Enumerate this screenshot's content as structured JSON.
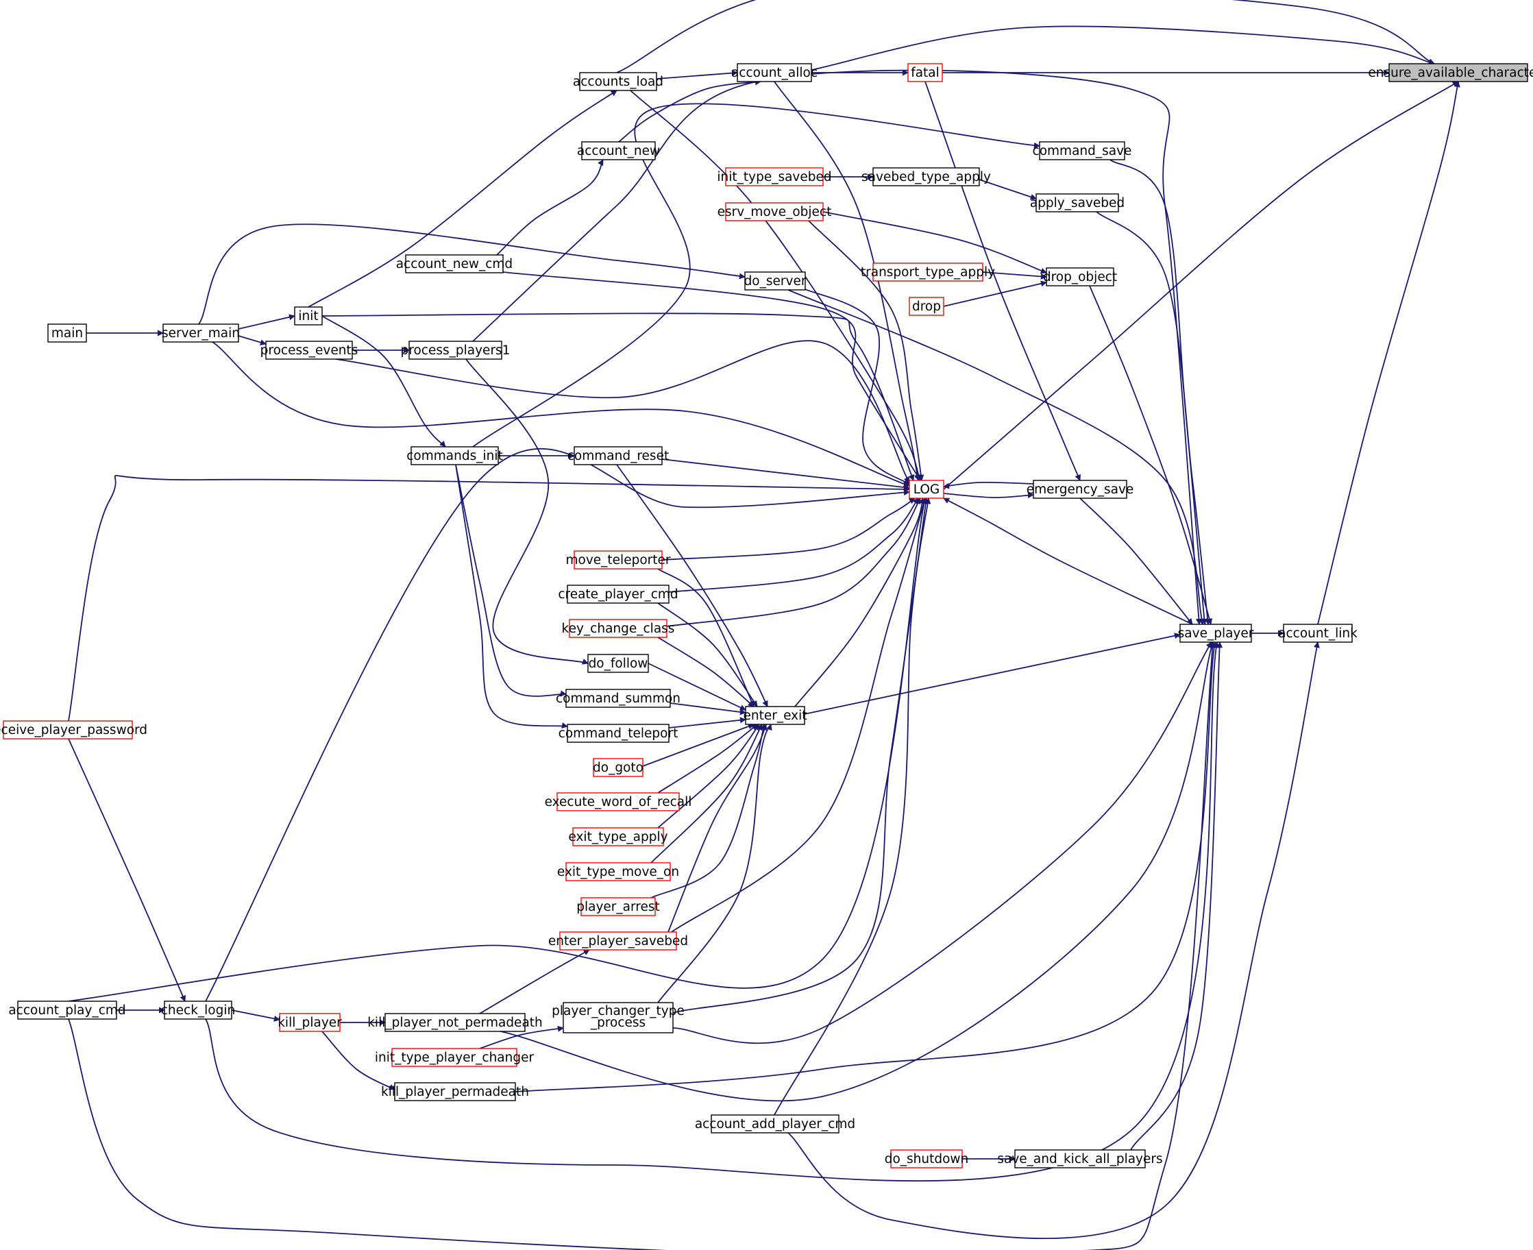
{
  "diagram": {
    "type": "caller-graph",
    "colors": {
      "edge": "#191970",
      "node_border": "#000000",
      "node_border_more_callers": "#ff0000",
      "focus_fill": "#bfbfbf",
      "node_fill": "#ffffff",
      "text": "#000000"
    },
    "nodes": [
      {
        "id": "ensure_available_characters",
        "label": "ensure_available_characters",
        "focus": true
      },
      {
        "id": "fatal",
        "label": "fatal",
        "truncated": true
      },
      {
        "id": "account_alloc",
        "label": "account_alloc"
      },
      {
        "id": "accounts_load",
        "label": "accounts_load"
      },
      {
        "id": "account_new",
        "label": "account_new"
      },
      {
        "id": "command_save",
        "label": "command_save"
      },
      {
        "id": "init_type_savebed",
        "label": "init_type_savebed",
        "truncated": true
      },
      {
        "id": "savebed_type_apply",
        "label": "savebed_type_apply"
      },
      {
        "id": "apply_savebed",
        "label": "apply_savebed"
      },
      {
        "id": "esrv_move_object",
        "label": "esrv_move_object",
        "truncated": true
      },
      {
        "id": "transport_type_apply",
        "label": "transport_type_apply",
        "truncated": true
      },
      {
        "id": "drop_object",
        "label": "drop_object"
      },
      {
        "id": "drop",
        "label": "drop",
        "truncated": true
      },
      {
        "id": "account_new_cmd",
        "label": "account_new_cmd"
      },
      {
        "id": "do_server",
        "label": "do_server"
      },
      {
        "id": "init",
        "label": "init"
      },
      {
        "id": "main",
        "label": "main"
      },
      {
        "id": "server_main",
        "label": "server_main"
      },
      {
        "id": "process_events",
        "label": "process_events"
      },
      {
        "id": "process_players1",
        "label": "process_players1"
      },
      {
        "id": "commands_init",
        "label": "commands_init"
      },
      {
        "id": "command_reset",
        "label": "command_reset"
      },
      {
        "id": "LOG",
        "label": "LOG",
        "truncated": true
      },
      {
        "id": "emergency_save",
        "label": "emergency_save"
      },
      {
        "id": "move_teleporter",
        "label": "move_teleporter",
        "truncated": true
      },
      {
        "id": "create_player_cmd",
        "label": "create_player_cmd"
      },
      {
        "id": "key_change_class",
        "label": "key_change_class",
        "truncated": true
      },
      {
        "id": "save_player",
        "label": "save_player"
      },
      {
        "id": "account_link",
        "label": "account_link"
      },
      {
        "id": "do_follow",
        "label": "do_follow"
      },
      {
        "id": "command_summon",
        "label": "command_summon"
      },
      {
        "id": "enter_exit",
        "label": "enter_exit"
      },
      {
        "id": "command_teleport",
        "label": "command_teleport"
      },
      {
        "id": "receive_player_password",
        "label": "receive_player_password",
        "truncated": true
      },
      {
        "id": "do_goto",
        "label": "do_goto",
        "truncated": true
      },
      {
        "id": "execute_word_of_recall",
        "label": "execute_word_of_recall",
        "truncated": true
      },
      {
        "id": "exit_type_apply",
        "label": "exit_type_apply",
        "truncated": true
      },
      {
        "id": "exit_type_move_on",
        "label": "exit_type_move_on",
        "truncated": true
      },
      {
        "id": "player_arrest",
        "label": "player_arrest",
        "truncated": true
      },
      {
        "id": "enter_player_savebed",
        "label": "enter_player_savebed",
        "truncated": true
      },
      {
        "id": "account_play_cmd",
        "label": "account_play_cmd"
      },
      {
        "id": "check_login",
        "label": "check_login"
      },
      {
        "id": "player_changer_type_process",
        "label": "player_changer_type",
        "label2": "_process"
      },
      {
        "id": "kill_player",
        "label": "kill_player",
        "truncated": true
      },
      {
        "id": "kill_player_not_permadeath",
        "label": "kill_player_not_permadeath"
      },
      {
        "id": "init_type_player_changer",
        "label": "init_type_player_changer",
        "truncated": true
      },
      {
        "id": "kill_player_permadeath",
        "label": "kill_player_permadeath"
      },
      {
        "id": "account_add_player_cmd",
        "label": "account_add_player_cmd"
      },
      {
        "id": "do_shutdown",
        "label": "do_shutdown",
        "truncated": true
      },
      {
        "id": "save_and_kick_all_players",
        "label": "save_and_kick_all_players"
      }
    ],
    "edges": [
      {
        "from": "fatal",
        "to": "ensure_available_characters"
      },
      {
        "from": "account_alloc",
        "to": "ensure_available_characters"
      },
      {
        "from": "accounts_load",
        "to": "ensure_available_characters"
      },
      {
        "from": "LOG",
        "to": "ensure_available_characters"
      },
      {
        "from": "account_link",
        "to": "ensure_available_characters"
      },
      {
        "from": "account_alloc",
        "to": "fatal"
      },
      {
        "from": "accounts_load",
        "to": "account_alloc"
      },
      {
        "from": "account_new",
        "to": "account_alloc"
      },
      {
        "from": "init",
        "to": "accounts_load"
      },
      {
        "from": "account_new_cmd",
        "to": "account_new"
      },
      {
        "from": "init_type_savebed",
        "to": "savebed_type_apply"
      },
      {
        "from": "savebed_type_apply",
        "to": "apply_savebed"
      },
      {
        "from": "esrv_move_object",
        "to": "drop_object"
      },
      {
        "from": "transport_type_apply",
        "to": "drop_object"
      },
      {
        "from": "drop",
        "to": "drop_object"
      },
      {
        "from": "server_main",
        "to": "do_server"
      },
      {
        "from": "main",
        "to": "server_main"
      },
      {
        "from": "server_main",
        "to": "init"
      },
      {
        "from": "server_main",
        "to": "process_events"
      },
      {
        "from": "process_events",
        "to": "process_players1"
      },
      {
        "from": "init",
        "to": "commands_init"
      },
      {
        "from": "commands_init",
        "to": "command_reset"
      },
      {
        "from": "commands_init",
        "to": "command_save"
      },
      {
        "from": "commands_init",
        "to": "command_summon"
      },
      {
        "from": "commands_init",
        "to": "command_teleport"
      },
      {
        "from": "process_players1",
        "to": "do_follow"
      },
      {
        "from": "process_players1",
        "to": "save_player"
      },
      {
        "from": "emergency_save",
        "to": "LOG"
      },
      {
        "from": "LOG",
        "to": "emergency_save"
      },
      {
        "from": "fatal",
        "to": "emergency_save"
      },
      {
        "from": "account_alloc",
        "to": "LOG"
      },
      {
        "from": "accounts_load",
        "to": "LOG"
      },
      {
        "from": "account_new_cmd",
        "to": "LOG"
      },
      {
        "from": "do_server",
        "to": "LOG"
      },
      {
        "from": "init",
        "to": "LOG"
      },
      {
        "from": "process_events",
        "to": "LOG"
      },
      {
        "from": "server_main",
        "to": "LOG"
      },
      {
        "from": "command_reset",
        "to": "LOG"
      },
      {
        "from": "receive_player_password",
        "to": "LOG"
      },
      {
        "from": "check_login",
        "to": "LOG"
      },
      {
        "from": "move_teleporter",
        "to": "LOG"
      },
      {
        "from": "create_player_cmd",
        "to": "LOG"
      },
      {
        "from": "key_change_class",
        "to": "LOG"
      },
      {
        "from": "enter_exit",
        "to": "LOG"
      },
      {
        "from": "enter_player_savebed",
        "to": "LOG"
      },
      {
        "from": "account_play_cmd",
        "to": "LOG"
      },
      {
        "from": "player_changer_type_process",
        "to": "LOG"
      },
      {
        "from": "account_add_player_cmd",
        "to": "LOG"
      },
      {
        "from": "esrv_move_object",
        "to": "LOG"
      },
      {
        "from": "save_player",
        "to": "LOG"
      },
      {
        "from": "command_save",
        "to": "save_player"
      },
      {
        "from": "apply_savebed",
        "to": "save_player"
      },
      {
        "from": "drop_object",
        "to": "save_player"
      },
      {
        "from": "emergency_save",
        "to": "save_player"
      },
      {
        "from": "do_server",
        "to": "save_player"
      },
      {
        "from": "save_player",
        "to": "account_link"
      },
      {
        "from": "enter_exit",
        "to": "save_player"
      },
      {
        "from": "move_teleporter",
        "to": "enter_exit"
      },
      {
        "from": "create_player_cmd",
        "to": "enter_exit"
      },
      {
        "from": "key_change_class",
        "to": "enter_exit"
      },
      {
        "from": "do_follow",
        "to": "enter_exit"
      },
      {
        "from": "command_summon",
        "to": "enter_exit"
      },
      {
        "from": "command_teleport",
        "to": "enter_exit"
      },
      {
        "from": "do_goto",
        "to": "enter_exit"
      },
      {
        "from": "execute_word_of_recall",
        "to": "enter_exit"
      },
      {
        "from": "exit_type_apply",
        "to": "enter_exit"
      },
      {
        "from": "exit_type_move_on",
        "to": "enter_exit"
      },
      {
        "from": "player_arrest",
        "to": "enter_exit"
      },
      {
        "from": "enter_player_savebed",
        "to": "enter_exit"
      },
      {
        "from": "player_changer_type_process",
        "to": "enter_exit"
      },
      {
        "from": "command_reset",
        "to": "enter_exit"
      },
      {
        "from": "receive_player_password",
        "to": "check_login"
      },
      {
        "from": "account_play_cmd",
        "to": "check_login"
      },
      {
        "from": "check_login",
        "to": "kill_player"
      },
      {
        "from": "kill_player",
        "to": "kill_player_not_permadeath"
      },
      {
        "from": "kill_player",
        "to": "kill_player_permadeath"
      },
      {
        "from": "kill_player_not_permadeath",
        "to": "enter_player_savebed"
      },
      {
        "from": "init_type_player_changer",
        "to": "player_changer_type_process"
      },
      {
        "from": "player_changer_type_process",
        "to": "save_player"
      },
      {
        "from": "kill_player_not_permadeath",
        "to": "save_player"
      },
      {
        "from": "kill_player_permadeath",
        "to": "save_player"
      },
      {
        "from": "check_login",
        "to": "save_player"
      },
      {
        "from": "do_shutdown",
        "to": "save_and_kick_all_players"
      },
      {
        "from": "save_and_kick_all_players",
        "to": "save_player"
      },
      {
        "from": "account_add_player_cmd",
        "to": "account_link"
      },
      {
        "from": "account_play_cmd",
        "to": "save_player"
      }
    ]
  }
}
